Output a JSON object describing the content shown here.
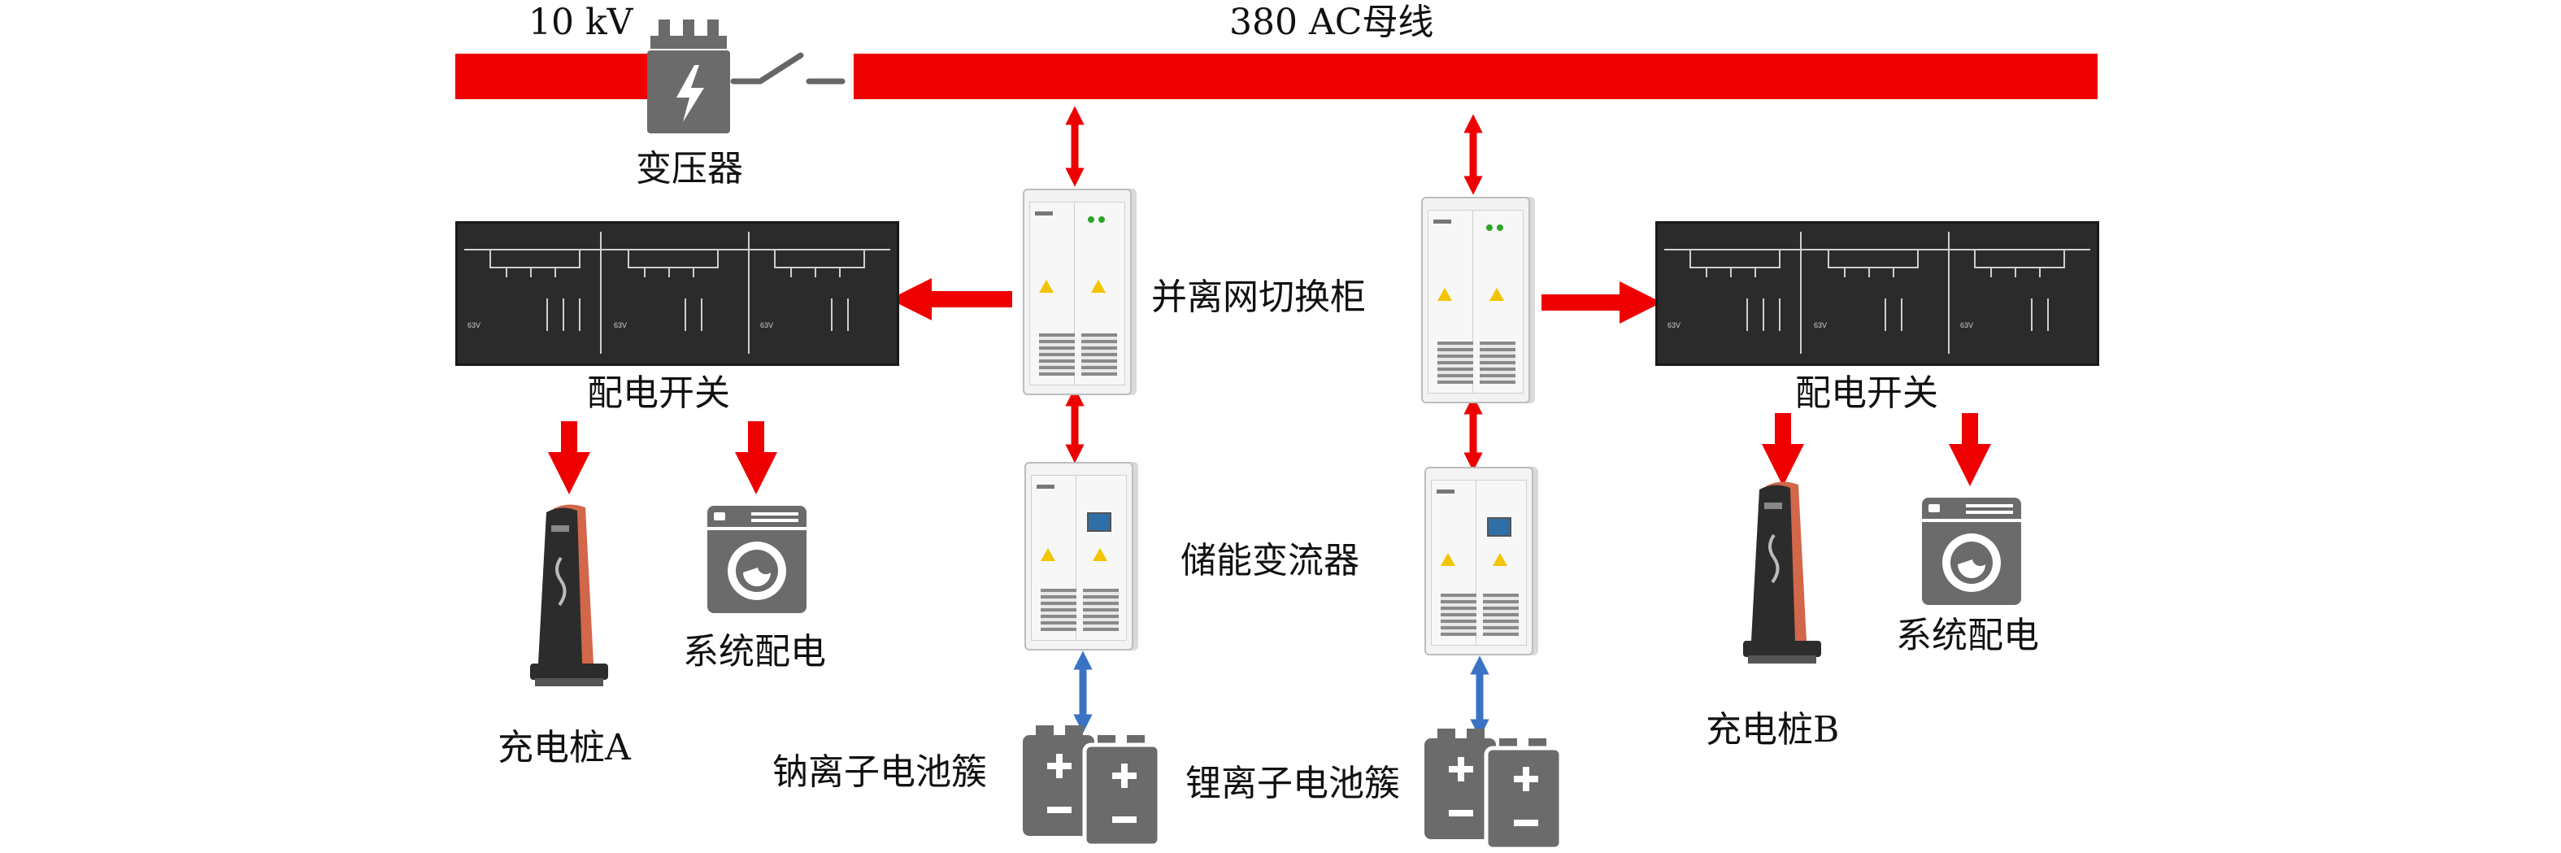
{
  "labels": {
    "voltage_10kv": "10 kV",
    "bus_380": "380 AC母线",
    "transformer": "变压器",
    "switch_cabinet": "并离网切换柜",
    "distribution_left": "配电开关",
    "distribution_right": "配电开关",
    "pcs": "储能变流器",
    "charger_a": "充电桩A",
    "charger_b": "充电桩B",
    "system_dist_left": "系统配电",
    "system_dist_right": "系统配电",
    "sodium_battery": "钠离子电池簇",
    "lithium_battery": "锂离子电池簇"
  },
  "colors": {
    "bus": "#ee0000",
    "arrow_red": "#ee0000",
    "arrow_blue": "#3b73c4",
    "icon_gray": "#6b6b6b",
    "panel": "#2b2b2b"
  },
  "icons": {
    "transformer": "lightning-bolt-icon",
    "battery": "battery-icon",
    "washing_machine": "washing-machine-icon",
    "charger": "ev-charger-icon"
  }
}
